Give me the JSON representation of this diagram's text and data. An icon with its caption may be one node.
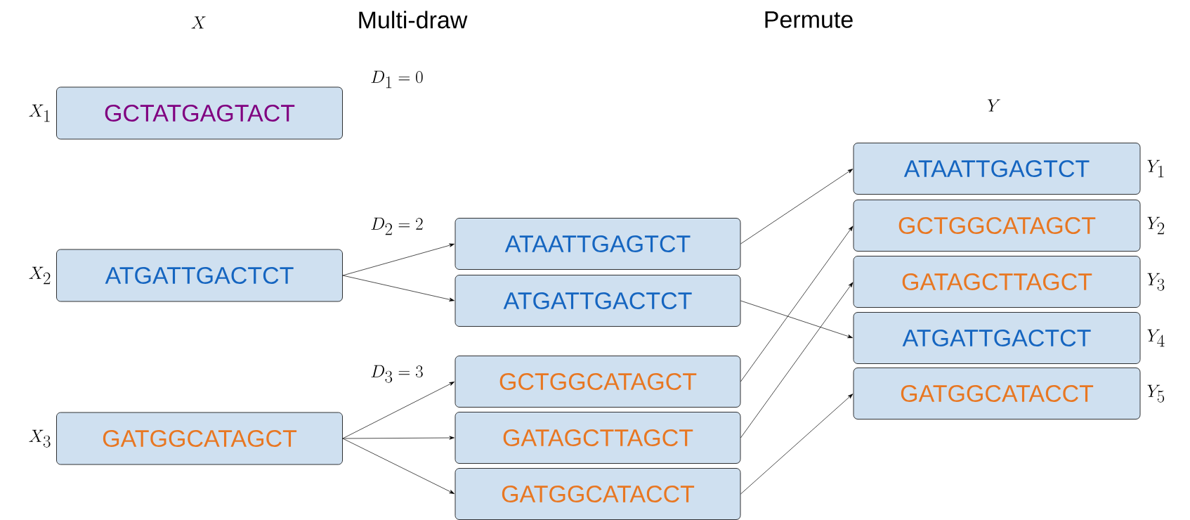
{
  "diagram": {
    "nodes": [
      {
        "text": [
          "GCTATGAGTACT"
        ],
        "beside": [
          "X_1"
        ]
      },
      {
        "text": [
          "ATGATTGACTCT"
        ],
        "beside": [
          "X_2"
        ]
      },
      {
        "text": [
          "GATGGCATAGCT"
        ],
        "beside": [
          "X_3"
        ]
      },
      {
        "text": [
          "ATAATTGAGTCT"
        ]
      },
      {
        "text": [
          "ATGATTGACTCT"
        ]
      },
      {
        "text": [
          "GCTGGCATAGCT"
        ]
      },
      {
        "text": [
          "GATAGCTTAGCT"
        ]
      },
      {
        "text": [
          "GATGGCATACCT"
        ]
      },
      {
        "text": [
          "ATAATTGAGTCT"
        ],
        "beside": [
          "Y_1"
        ]
      },
      {
        "text": [
          "GCTGGCATAGCT"
        ],
        "beside": [
          "Y_2"
        ]
      },
      {
        "text": [
          "GATAGCTTAGCT"
        ],
        "beside": [
          "Y_3"
        ]
      },
      {
        "text": [
          "ATGATTGACTCT"
        ],
        "beside": [
          "Y_4"
        ]
      },
      {
        "text": [
          "GATGGCATACCT"
        ],
        "beside": [
          "Y_5"
        ]
      }
    ],
    "edges": [
      {
        "from": 1,
        "to": 3,
        "arrow": "to"
      },
      {
        "from": 1,
        "to": 4,
        "arrow": "to"
      },
      {
        "from": 2,
        "to": 5,
        "arrow": "to"
      },
      {
        "from": 2,
        "to": 6,
        "arrow": "to"
      },
      {
        "from": 2,
        "to": 7,
        "arrow": "to"
      },
      {
        "from": 3,
        "to": 8,
        "arrow": "to"
      },
      {
        "from": 4,
        "to": 11,
        "arrow": "to"
      },
      {
        "from": 5,
        "to": 9,
        "arrow": "to"
      },
      {
        "from": 6,
        "to": 10,
        "arrow": "to"
      },
      {
        "from": 7,
        "to": 12,
        "arrow": "to"
      }
    ],
    "labels": [
      "X",
      "Multi-draw",
      "Permute",
      "D_1 = 0",
      "D_2 = 2",
      "D_3 = 3",
      "Y"
    ]
  }
}
